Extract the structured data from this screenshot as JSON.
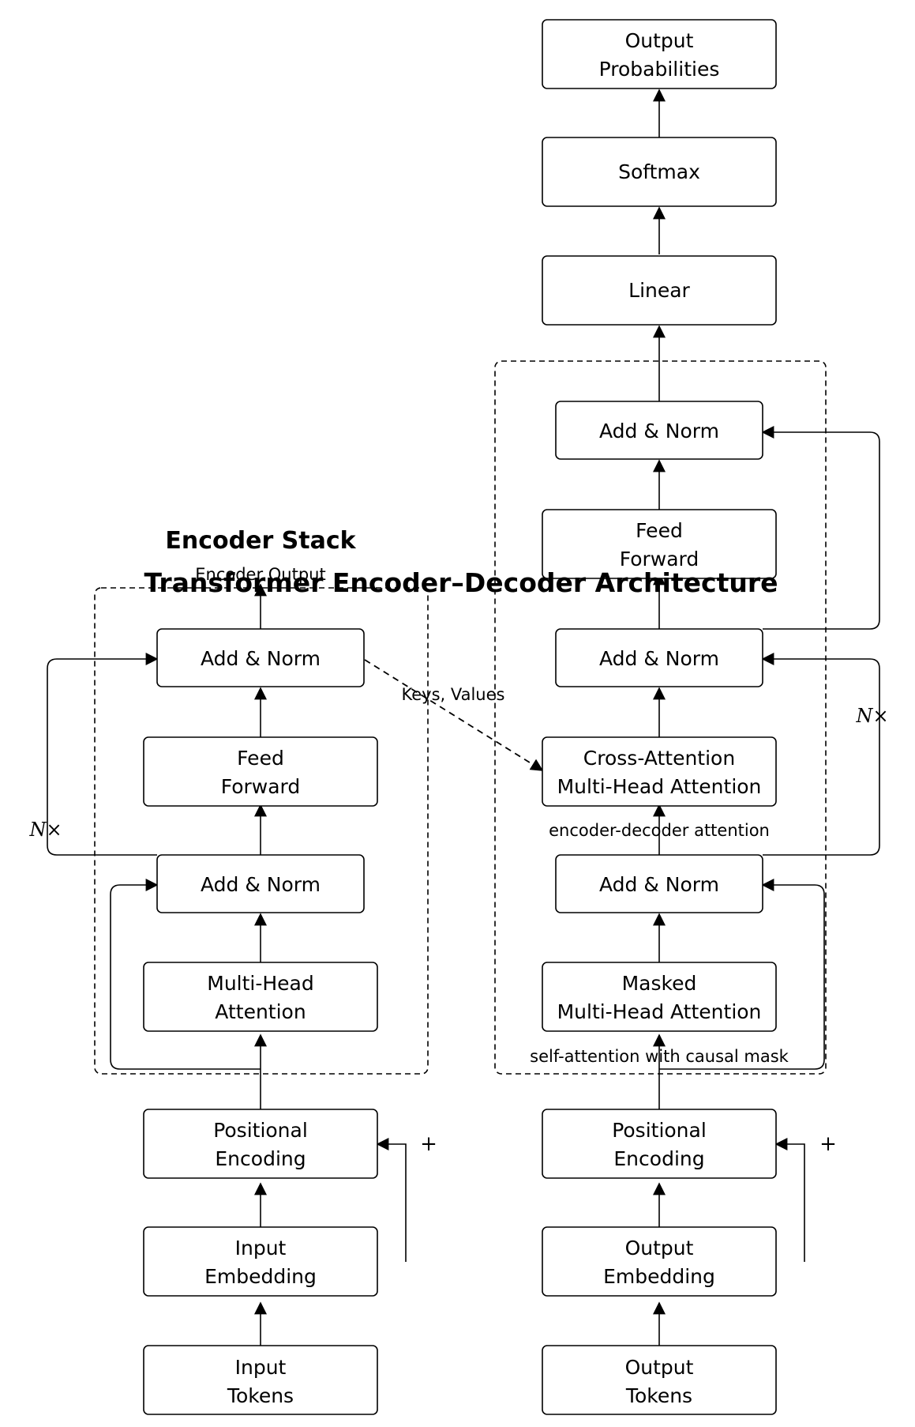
{
  "title": "Transformer Encoder–Decoder Architecture",
  "encoder": {
    "heading": "Encoder Stack",
    "output_label": "Encoder Output",
    "repeat_label": "N×",
    "plus": "+",
    "boxes": {
      "tokens": [
        "Input",
        "Tokens"
      ],
      "embedding": [
        "Input",
        "Embedding"
      ],
      "positional": [
        "Positional",
        "Encoding"
      ],
      "attention": [
        "Multi-Head",
        "Attention"
      ],
      "norm1": [
        "Add & Norm"
      ],
      "ffn": [
        "Feed",
        "Forward"
      ],
      "norm2": [
        "Add & Norm"
      ]
    }
  },
  "decoder": {
    "repeat_label": "N×",
    "plus": "+",
    "self_attention_note": "self-attention with causal mask",
    "cross_attention_note": "encoder-decoder attention",
    "keys_values_label": "Keys, Values",
    "boxes": {
      "tokens": [
        "Output",
        "Tokens"
      ],
      "embedding": [
        "Output",
        "Embedding"
      ],
      "positional": [
        "Positional",
        "Encoding"
      ],
      "masked_attention": [
        "Masked",
        "Multi-Head Attention"
      ],
      "norm1": [
        "Add & Norm"
      ],
      "cross_attention": [
        "Cross-Attention",
        "Multi-Head Attention"
      ],
      "norm2": [
        "Add & Norm"
      ],
      "ffn": [
        "Feed",
        "Forward"
      ],
      "norm3": [
        "Add & Norm"
      ],
      "linear": [
        "Linear"
      ],
      "softmax": [
        "Softmax"
      ],
      "probabilities": [
        "Output",
        "Probabilities"
      ]
    }
  }
}
